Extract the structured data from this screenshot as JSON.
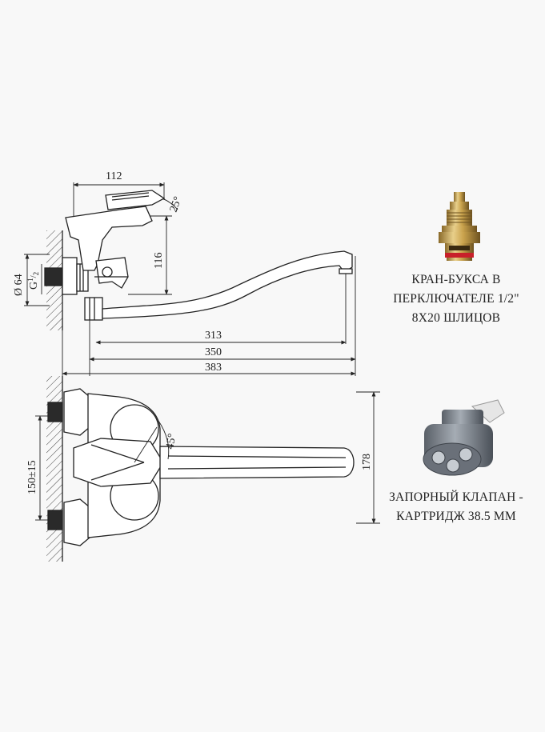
{
  "dimensions": {
    "top_width": "112",
    "lever_angle": "25°",
    "height_116": "116",
    "diameter": "Ø 64",
    "thread": "G",
    "thread_num": "1",
    "thread_den": "2",
    "reach_313": "313",
    "reach_350": "350",
    "reach_383": "383",
    "swivel_angle": "45°",
    "center_distance": "150±15",
    "height_178": "178"
  },
  "captions": {
    "valve_line1": "КРАН-БУКСА В",
    "valve_line2": "ПЕРКЛЮЧАТЕЛЕ 1/2\"",
    "valve_line3": "8Х20 ШЛИЦОВ",
    "cartridge_line1": "ЗАПОРНЫЙ КЛАПАН -",
    "cartridge_line2": "КАРТРИДЖ 38.5 ММ"
  }
}
